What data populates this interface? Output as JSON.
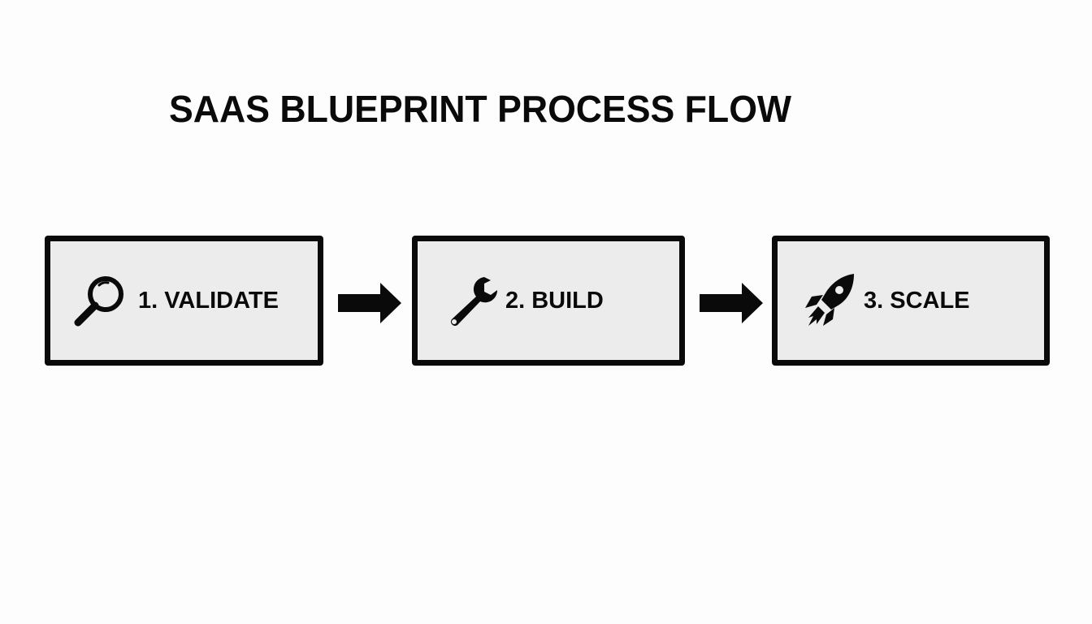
{
  "diagram": {
    "title": "SAAS BLUEPRINT PROCESS FLOW",
    "steps": [
      {
        "number": 1,
        "label": "1. VALIDATE",
        "icon": "magnifying-glass-icon"
      },
      {
        "number": 2,
        "label": "2. BUILD",
        "icon": "wrench-icon"
      },
      {
        "number": 3,
        "label": "3. SCALE",
        "icon": "rocket-icon"
      }
    ],
    "connectors": [
      {
        "from": 1,
        "to": 2,
        "icon": "arrow-right-icon"
      },
      {
        "from": 2,
        "to": 3,
        "icon": "arrow-right-icon"
      }
    ],
    "colors": {
      "background": "#fdfdfd",
      "box_fill": "#ececec",
      "stroke": "#0a0a0a",
      "text": "#0a0a0a"
    }
  }
}
